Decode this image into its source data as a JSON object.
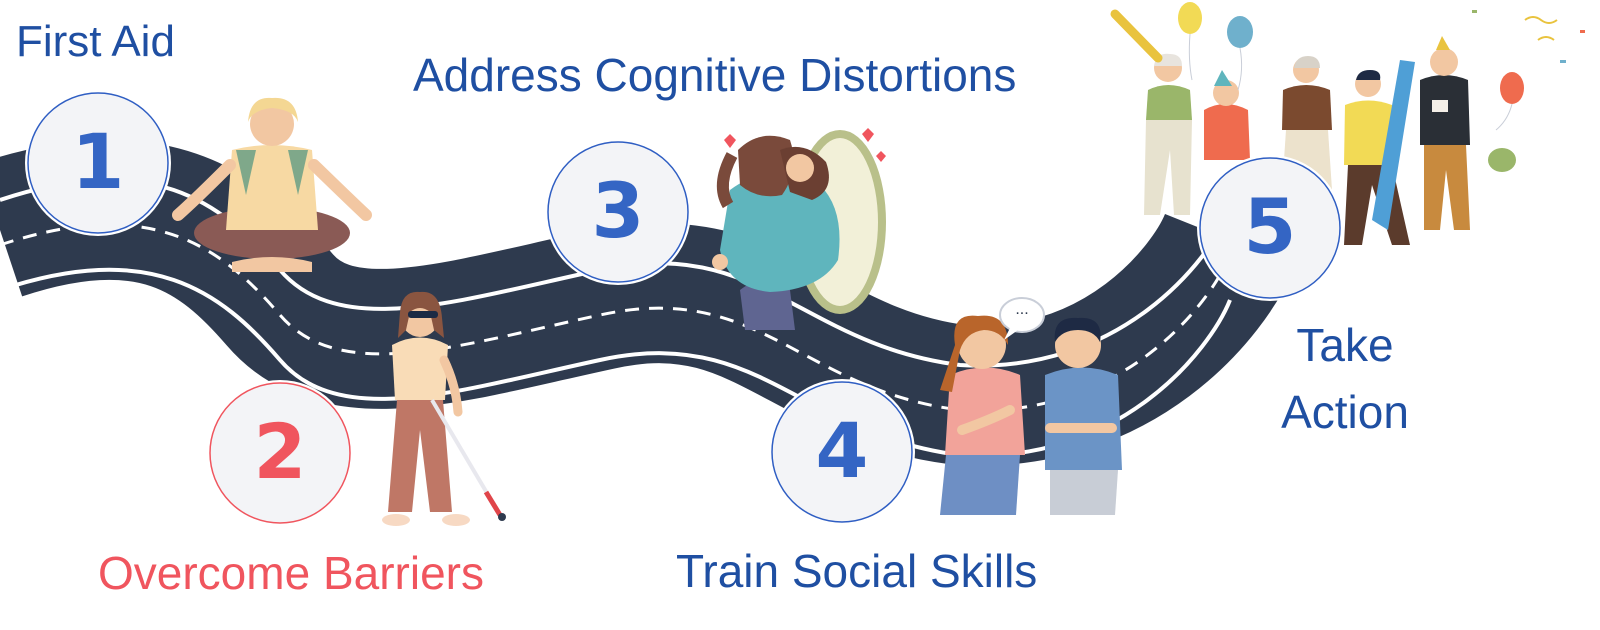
{
  "steps": [
    {
      "number": "1",
      "label": "First Aid"
    },
    {
      "number": "2",
      "label": "Overcome Barriers"
    },
    {
      "number": "3",
      "label": "Address Cognitive Distortions"
    },
    {
      "number": "4",
      "label": "Train Social Skills"
    },
    {
      "number": "5",
      "label_line1": "Take",
      "label_line2": "Action"
    }
  ],
  "speech_bubble": "...",
  "colors": {
    "road": "#2e3a4e",
    "road_edge": "#ffffff",
    "label_blue": "#1f4fa2",
    "label_red": "#f0555e",
    "circle_fill": "#f3f4f7",
    "circle_stroke_blue": "#2f5ec3",
    "circle_stroke_red": "#f0555e"
  },
  "icons": [
    "meditating-person",
    "person-with-white-cane",
    "hugging-mirror",
    "two-people-talking",
    "celebrating-crowd"
  ]
}
